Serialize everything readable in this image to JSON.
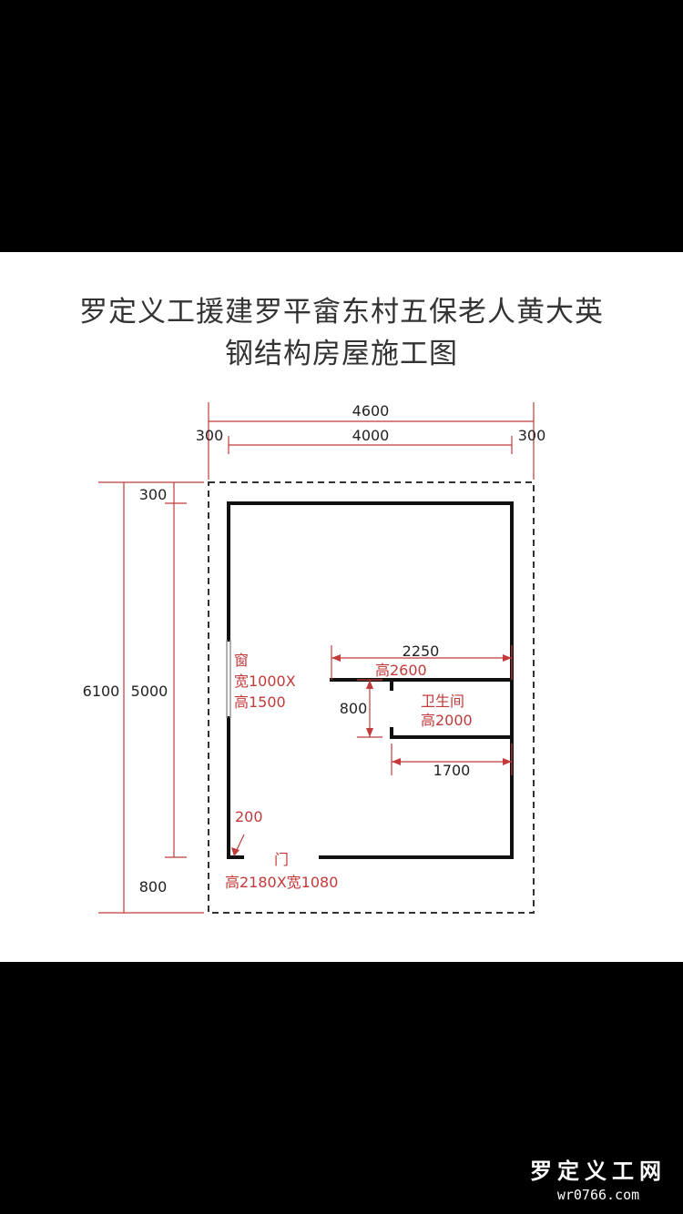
{
  "title": {
    "line1": "罗定义工援建罗平畲东村五保老人黄大英",
    "line2": "钢结构房屋施工图"
  },
  "dimensions": {
    "overall_width": "4600",
    "left_offset": "300",
    "inner_width": "4000",
    "right_offset": "300",
    "overall_depth": "6100",
    "top_offset": "300",
    "inner_depth": "5000",
    "bottom_offset": "800",
    "bathroom_width": "2250",
    "bathroom_depth": "800",
    "bathroom_lower_width": "1700",
    "door_gap": "200"
  },
  "notes": {
    "window_label": "窗",
    "window_size": "宽1000X",
    "window_height": "高1500",
    "partition_height": "高2600",
    "bathroom_name": "卫生间",
    "bathroom_height": "高2000",
    "door_label": "门",
    "door_size": "高2180X宽1080"
  },
  "watermark": {
    "brand": "罗定义工网",
    "url": "wr0766.com"
  },
  "colors": {
    "dimension_red": "#c23a3a",
    "wall": "#111111",
    "background": "#000000",
    "panel": "#ffffff"
  }
}
